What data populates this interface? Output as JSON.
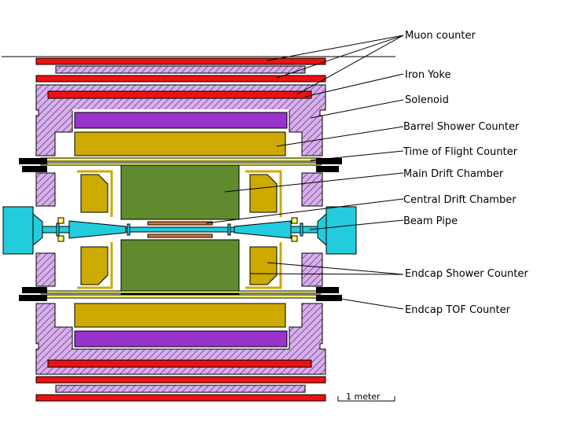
{
  "labels": {
    "muon_counter": "Muon counter",
    "iron_yoke": "Iron Yoke",
    "solenoid": "Solenoid",
    "barrel_shower_counter": "Barrel Shower Counter",
    "time_of_flight_counter": "Time of Flight Counter",
    "main_drift_chamber": "Main Drift Chamber",
    "central_drift_chamber": "Central Drift Chamber",
    "beam_pipe": "Beam Pipe",
    "endcap_shower_counter": "Endcap Shower Counter",
    "endcap_tof_counter": "Endcap TOF Counter"
  },
  "scale_bar": {
    "label": "1 meter"
  },
  "colors": {
    "muon": "#ee1111",
    "yoke": "#c9a0dc",
    "solenoid_coil": "#9933cc",
    "shower": "#ccaa00",
    "drift": "#5f8a2e",
    "beam": "#22ccdd",
    "tof": "#ffff66",
    "cdc": "#dd7733",
    "dark": "#000000"
  }
}
